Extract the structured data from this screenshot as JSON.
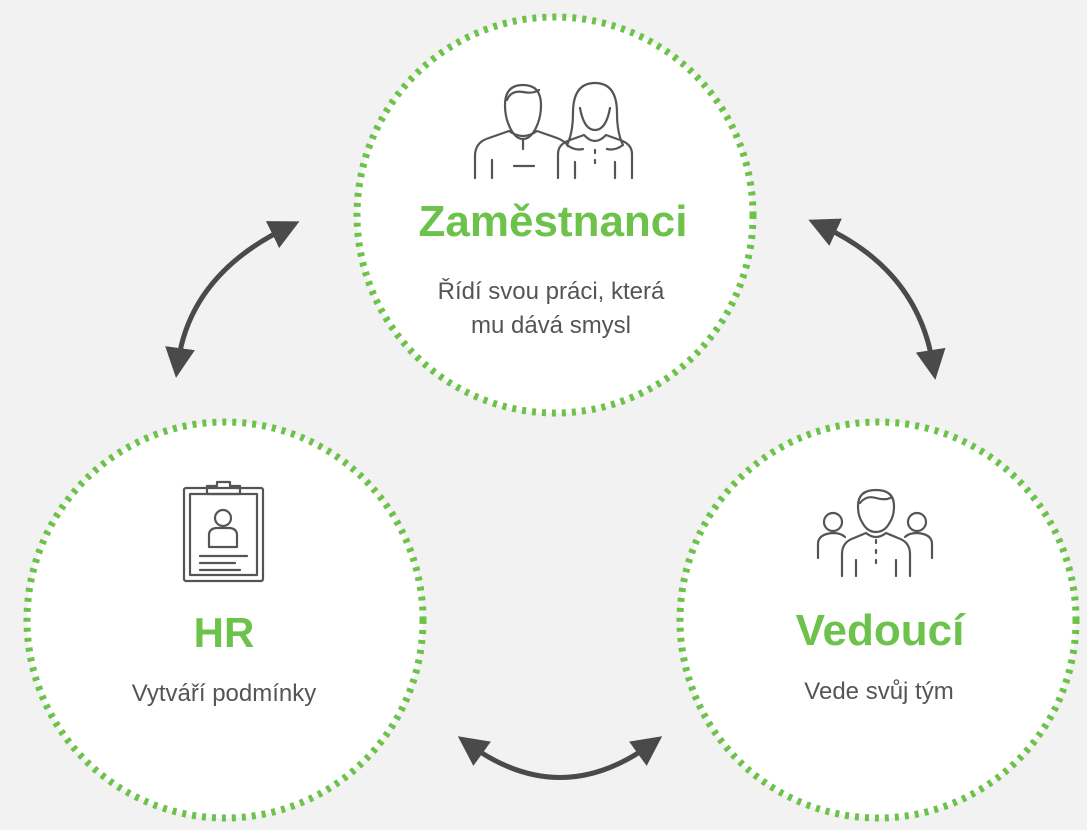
{
  "colors": {
    "background": "#f2f2f2",
    "accent_green": "#6cc24a",
    "circle_fill": "#ffffff",
    "text_dark": "#555555",
    "icon_stroke": "#555555",
    "arrow": "#4a4a4a"
  },
  "nodes": {
    "employees": {
      "title": "Zaměstnanci",
      "desc_line1": "Řídí  svou práci, která",
      "desc_line2": "mu dává smysl",
      "icon": "man-and-woman-icon"
    },
    "hr": {
      "title": "HR",
      "desc_line1": "Vytváří  podmínky",
      "icon": "clipboard-profile-icon"
    },
    "manager": {
      "title": "Vedoucí",
      "desc_line1": "Vede svůj tým",
      "icon": "team-leader-icon"
    }
  },
  "connectors": [
    {
      "from": "hr",
      "to": "employees",
      "type": "bidirectional"
    },
    {
      "from": "employees",
      "to": "manager",
      "type": "bidirectional"
    },
    {
      "from": "hr",
      "to": "manager",
      "type": "bidirectional"
    }
  ]
}
